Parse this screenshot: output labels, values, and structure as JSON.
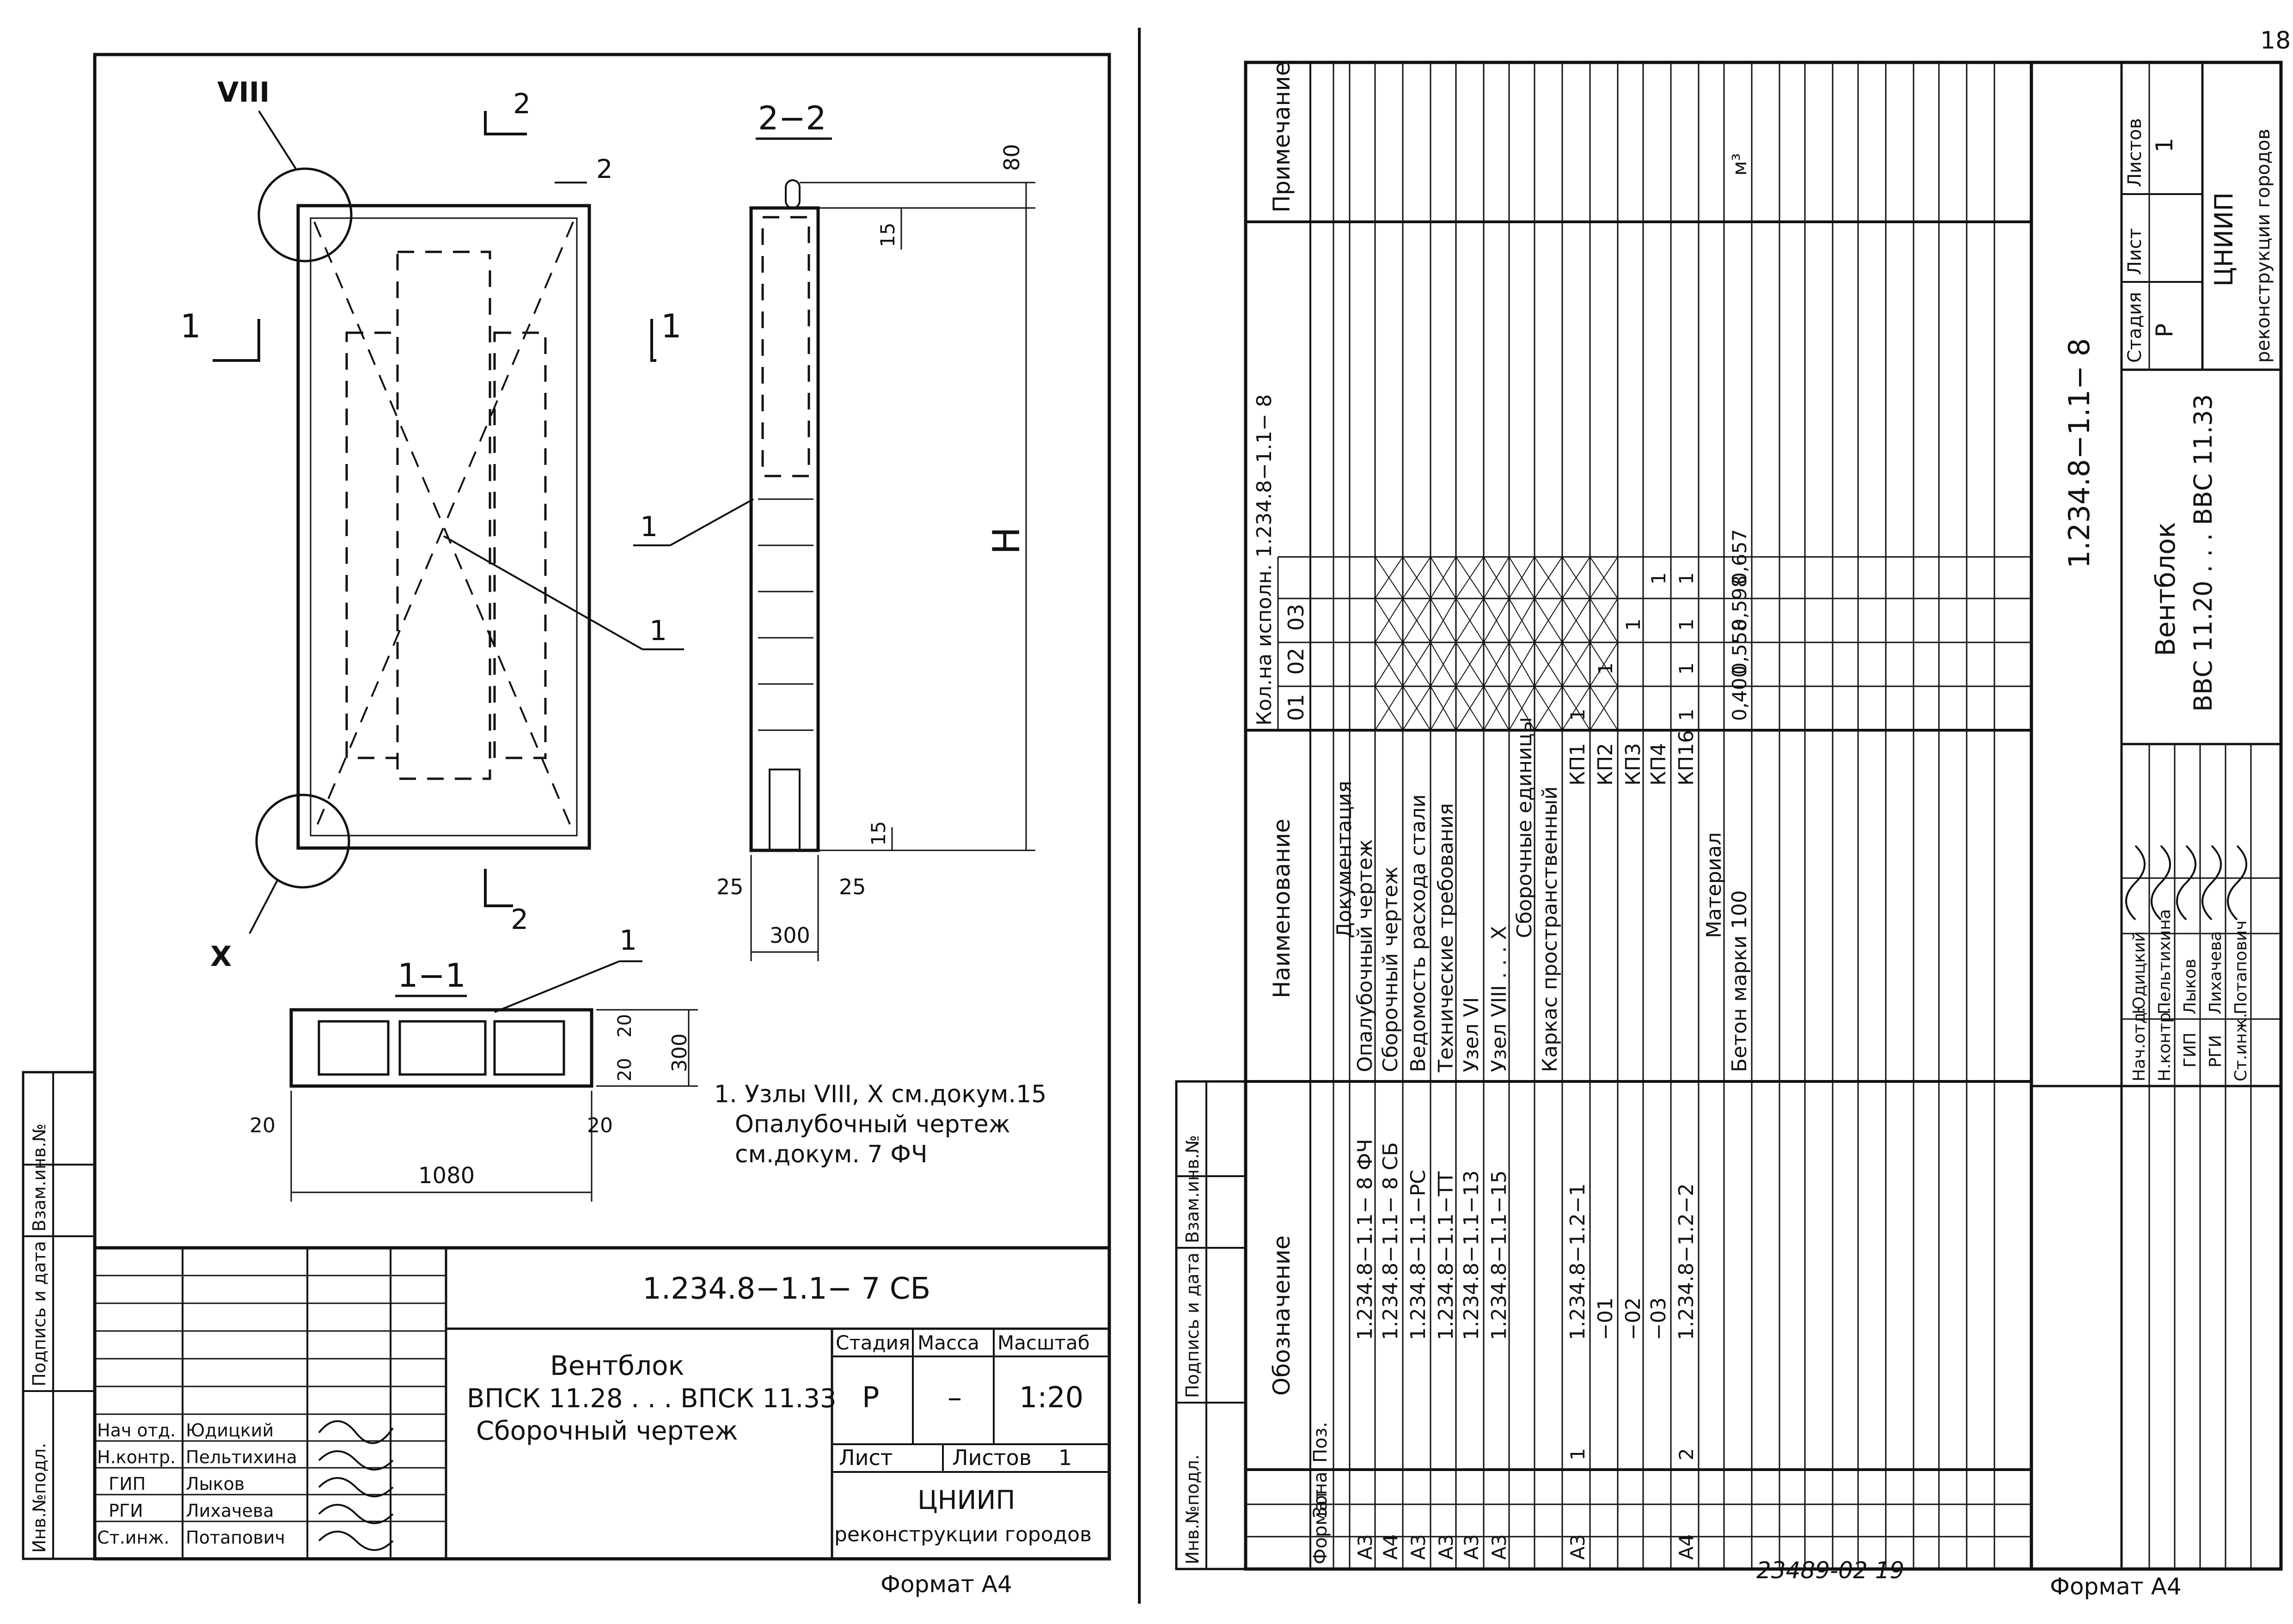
{
  "page_number": "18",
  "format_label": "Формат А4",
  "bottom_note": "23489-02 19",
  "left_sheet": {
    "section_labels": {
      "s22": "2−2",
      "s11": "1−1",
      "cut2": "2",
      "cut1": "1"
    },
    "callouts": {
      "node8": "VIII",
      "node10": "X",
      "pos1": "1",
      "pos2": "2"
    },
    "dims": {
      "d80": "80",
      "d15": "15",
      "dH": "H",
      "d25": "25",
      "d300": "300",
      "d20": "20",
      "d1080": "1080"
    },
    "notes": [
      "1. Узлы VIII, X см.докум.15",
      "Опалубочный чертеж",
      "см.докум.     7  ФЧ"
    ],
    "side_labels": [
      "Инв.№подл.",
      "Подпись и дата",
      "Взам.инв.№"
    ],
    "title_block": {
      "code": "1.234.8−1.1− 7 СБ",
      "title": [
        "Вентблок",
        "ВПСК 11.28 . . . ВПСК 11.33",
        "Сборочный чертеж"
      ],
      "stage_h": "Стадия",
      "mass_h": "Масса",
      "scale_h": "Масштаб",
      "stage": "Р",
      "mass": "–",
      "scale": "1:20",
      "sheet_h": "Лист",
      "sheets_h": "Листов",
      "sheets": "1",
      "org": [
        "ЦНИИП",
        "реконструкции городов"
      ],
      "roles": [
        "Нач отд.",
        "Н.контр.",
        "ГИП",
        "РГИ",
        "Ст.инж."
      ],
      "names": [
        "Юдицкий",
        "Пельтихина",
        "Лыков",
        "Лихачева",
        "Потапович"
      ]
    }
  },
  "right_sheet": {
    "headers": {
      "format": "Формат",
      "zone": "Зона",
      "pos": "Поз.",
      "designation": "Обозначение",
      "name": "Наименование",
      "qty": "Кол.на исполн. 1.234.8−1.1− 8",
      "v01": "01",
      "v02": "02",
      "v03": "03",
      "note": "Примечание"
    },
    "rows": [
      {
        "f": "",
        "p": "",
        "d": "",
        "n": "Документация",
        "q": [
          "",
          "",
          "",
          ""
        ],
        "u": ""
      },
      {
        "f": "А3",
        "p": "",
        "d": "1.234.8−1.1− 8  ФЧ",
        "n": "Опалубочный чертеж",
        "q": [
          "",
          "",
          "",
          ""
        ],
        "u": ""
      },
      {
        "f": "А4",
        "p": "",
        "d": "1.234.8−1.1− 8  СБ",
        "n": "Сборочный чертеж",
        "q": [
          "",
          "",
          "",
          ""
        ],
        "u": ""
      },
      {
        "f": "А3",
        "p": "",
        "d": "1.234.8−1.1−РС",
        "n": "Ведомость расхода стали",
        "q": [
          "",
          "",
          "",
          ""
        ],
        "u": ""
      },
      {
        "f": "А3",
        "p": "",
        "d": "1.234.8−1.1−ТТ",
        "n": "Технические требования",
        "q": [
          "",
          "",
          "",
          ""
        ],
        "u": ""
      },
      {
        "f": "А3",
        "p": "",
        "d": "1.234.8−1.1−13",
        "n": "Узел VI",
        "q": [
          "",
          "",
          "",
          ""
        ],
        "u": ""
      },
      {
        "f": "А3",
        "p": "",
        "d": "1.234.8−1.1−15",
        "n": "Узел VIII . . . X",
        "q": [
          "",
          "",
          "",
          ""
        ],
        "u": ""
      },
      {
        "f": "",
        "p": "",
        "d": "",
        "n": "Сборочные единицы",
        "q": [
          "",
          "",
          "",
          ""
        ],
        "u": ""
      },
      {
        "f": "",
        "p": "",
        "d": "",
        "n": "Каркас пространственный",
        "q": [
          "",
          "",
          "",
          ""
        ],
        "u": ""
      },
      {
        "f": "А3",
        "p": "1",
        "d": "1.234.8−1.2−1",
        "n": "КП1",
        "q": [
          "1",
          "",
          "",
          ""
        ],
        "u": ""
      },
      {
        "f": "",
        "p": "",
        "d": "−01",
        "n": "КП2",
        "q": [
          "",
          "1",
          "",
          ""
        ],
        "u": ""
      },
      {
        "f": "",
        "p": "",
        "d": "−02",
        "n": "КП3",
        "q": [
          "",
          "",
          "1",
          ""
        ],
        "u": ""
      },
      {
        "f": "",
        "p": "",
        "d": "−03",
        "n": "КП4",
        "q": [
          "",
          "",
          "",
          "1"
        ],
        "u": ""
      },
      {
        "f": "А4",
        "p": "2",
        "d": "1.234.8−1.2−2",
        "n": "КП16",
        "q": [
          "1",
          "1",
          "1",
          "1"
        ],
        "u": ""
      },
      {
        "f": "",
        "p": "",
        "d": "",
        "n": "Материал",
        "q": [
          "",
          "",
          "",
          ""
        ],
        "u": ""
      },
      {
        "f": "",
        "p": "",
        "d": "",
        "n": "Бетон марки 100",
        "q": [
          "0,400",
          "0,558",
          "0,598",
          "0,657"
        ],
        "u": "м³"
      }
    ],
    "title_block": {
      "code": "1.234.8−1.1− 8",
      "title": [
        "Вентблок",
        "ВВС 11.20 . . . ВВС 11.33"
      ],
      "stage_h": "Стадия",
      "sheet_h": "Лист",
      "sheets_h": "Листов",
      "stage": "Р",
      "sheets": "1",
      "org": [
        "ЦНИИП",
        "реконструкции городов"
      ],
      "roles": [
        "Нач.отд.",
        "Н.контр.",
        "ГИП",
        "РГИ",
        "Ст.инж."
      ],
      "names": [
        "Юдицкий",
        "Пельтихина",
        "Лыков",
        "Лихачева",
        "Потапович"
      ]
    }
  }
}
